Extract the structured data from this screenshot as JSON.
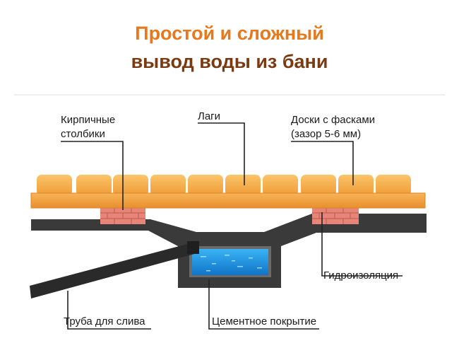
{
  "title": {
    "line1": "Простой и сложный",
    "line2": "вывод воды из бани"
  },
  "labels": {
    "brick_posts_1": "Кирпичные",
    "brick_posts_2": "столбики",
    "joists": "Лаги",
    "boards_1": "Доски с фасками",
    "boards_2": "(зазор 5-6 мм)",
    "waterproofing": "Гидроизоляция",
    "drain_pipe": "Труба для слива",
    "cement_coating": "Цементное покрытие"
  },
  "colors": {
    "title_primary": "#e8781c",
    "title_secondary": "#7a3b12",
    "wood": "#f5a943",
    "brick": "#e88578",
    "concrete": "#3a3a3a",
    "water": "#1a8fe0"
  }
}
